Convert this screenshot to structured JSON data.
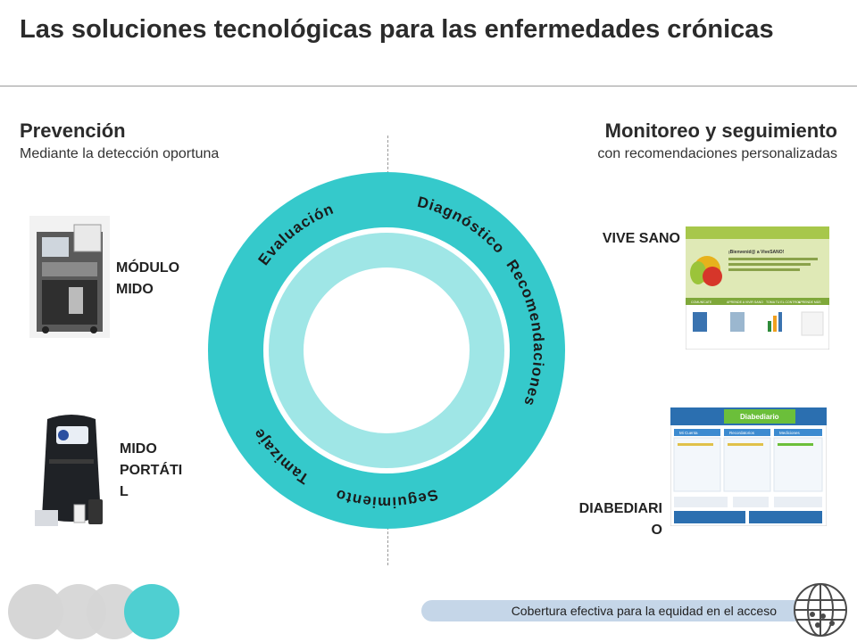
{
  "title": "Las soluciones tecnológicas para las enfermedades crónicas",
  "left": {
    "heading": "Prevención",
    "subheading": "Mediante la detección oportuna"
  },
  "right": {
    "heading": "Monitoreo y seguimiento",
    "subheading": "con recomendaciones personalizadas"
  },
  "cycle": {
    "colors": {
      "outer": "#35c9cb",
      "inner": "#9fe6e6",
      "center": "#ffffff"
    },
    "stages": [
      "Diagnóstico",
      "Recomendaciones",
      "Seguimiento",
      "Tamizaje",
      "Evaluación"
    ]
  },
  "items": {
    "modulo": "MÓDULO MIDO",
    "portatil_line1": "MIDO",
    "portatil_line2": "PORTÁTI",
    "portatil_line3": "L",
    "vive_sano": "VIVE SANO",
    "diabediario_line1": "DIABEDIARI",
    "diabediario_line2": "O"
  },
  "screens": {
    "vivesano_welcome": "¡Bienvenid@ a ViveSANO!",
    "vivesano_cols": [
      "COMUNÍCATE",
      "APRENDE A VIVIR SANO",
      "TOMA TU EL CONTROL",
      "APRENDE MÁS"
    ],
    "diabediario_title": "Diabediario",
    "diabediario_cols": [
      "Mi Cuenta",
      "Recordatorios",
      "Mediciones"
    ]
  },
  "footer": {
    "text": "Cobertura efectiva para la equidad en el acceso"
  },
  "accent_colors": {
    "teal": "#4fcfd1",
    "gray_circle": "#d6d6d6",
    "pill": "#c5d6e8"
  }
}
